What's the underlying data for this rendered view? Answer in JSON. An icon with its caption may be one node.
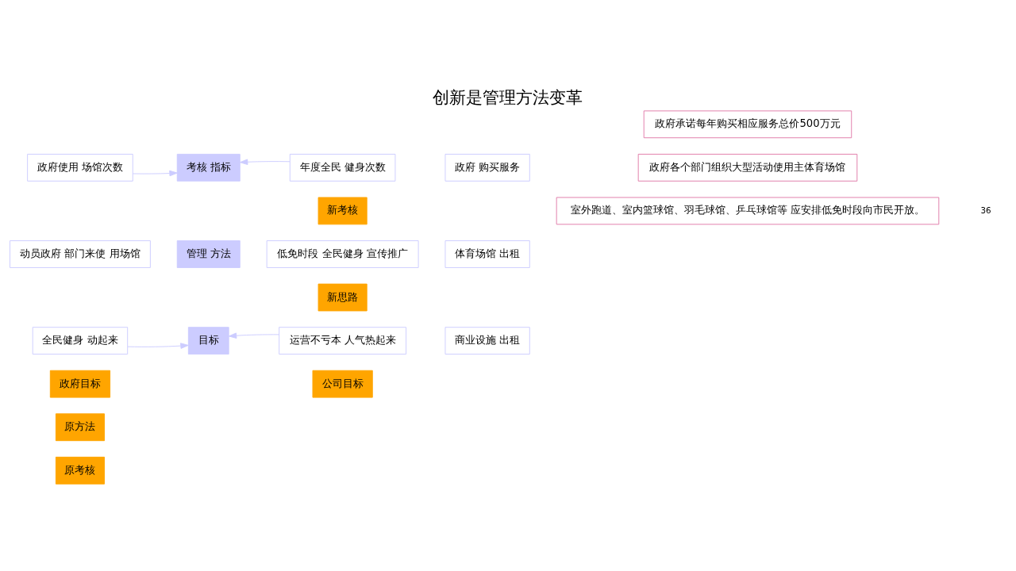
{
  "diagram": {
    "title": "创新是管理方法变革",
    "nodes": [
      {
        "text": [
          "政府目标"
        ]
      },
      {
        "text": [
          "公司目标"
        ]
      },
      {
        "text": [
          "全民健身 动起来"
        ]
      },
      {
        "text": [
          "目标"
        ]
      },
      {
        "text": [
          "运营不亏本 人气热起来"
        ]
      },
      {
        "text": [
          "原方法"
        ]
      },
      {
        "text": [
          "新思路"
        ]
      },
      {
        "text": [
          "动员政府 部门来使 用场馆"
        ]
      },
      {
        "text": [
          "管理 方法"
        ]
      },
      {
        "text": [
          "低免时段 全民健身 宣传推广"
        ]
      },
      {
        "text": [
          "原考核"
        ]
      },
      {
        "text": [
          "新考核"
        ]
      },
      {
        "text": [
          "政府使用 场馆次数"
        ]
      },
      {
        "text": [
          "考核 指标"
        ]
      },
      {
        "text": [
          "年度全民 健身次数"
        ]
      },
      {
        "text": [
          "商业设施 出租"
        ]
      },
      {
        "text": [
          "体育场馆 出租"
        ]
      },
      {
        "text": [
          "政府 购买服务"
        ]
      },
      {
        "text": [
          "政府承诺每年购买相应服务总价500万元"
        ]
      },
      {
        "text": [
          "政府各个部门组织大型活动使用主体育场馆"
        ]
      },
      {
        "text": [
          "室外跑道、室内篮球馆、羽毛球馆、乒乓球馆等 应安排低免时段向市民开放。"
        ]
      }
    ],
    "edges": [
      {
        "from": 2,
        "to": 3,
        "arrow": "to",
        "color": "#ccccff"
      },
      {
        "from": 4,
        "to": 3,
        "arrow": "to",
        "color": "#ccccff"
      },
      {
        "from": 12,
        "to": 13,
        "arrow": "to",
        "color": "#ccccff"
      },
      {
        "from": 14,
        "to": 13,
        "arrow": "to",
        "color": "#ccccff"
      }
    ],
    "labels": [
      "36"
    ]
  }
}
